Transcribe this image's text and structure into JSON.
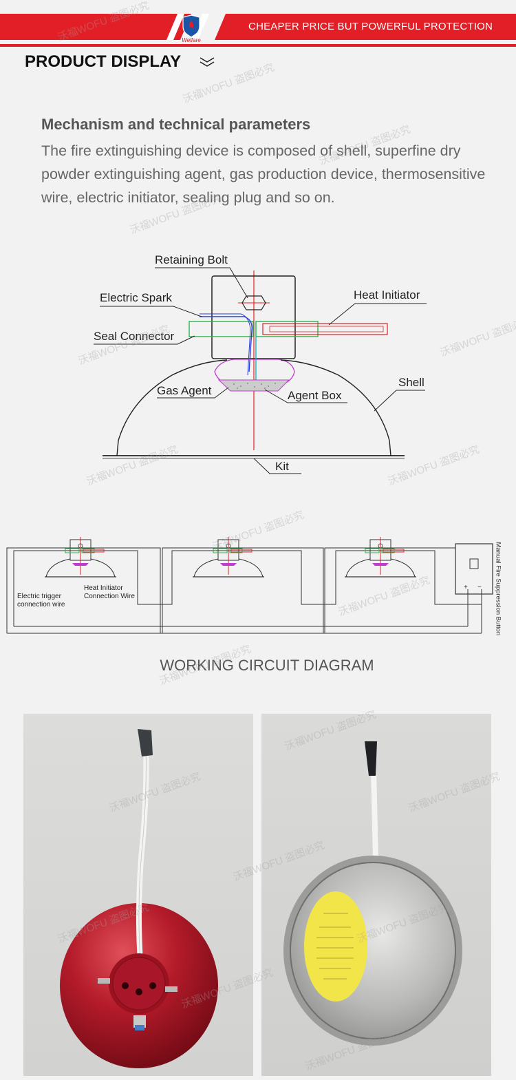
{
  "header": {
    "tagline": "CHEAPER PRICE BUT POWERFUL PROTECTION",
    "logo_text": "Welfare",
    "brand_color": "#e21f26"
  },
  "section": {
    "title": "PRODUCT DISPLAY"
  },
  "mechanism": {
    "title": "Mechanism and technical parameters",
    "body": "The fire extinguishing device is composed of shell, superfine dry powder extinguishing agent, gas production device, thermosensitive wire, electric initiator, sealing plug and so on."
  },
  "structure_diagram": {
    "labels": {
      "retaining_bolt": "Retaining Bolt",
      "electric_spark": "Electric Spark",
      "heat_initiator": "Heat Initiator",
      "seal_connector": "Seal Connector",
      "shell": "Shell",
      "gas_agent": "Gas Agent",
      "agent_box": "Agent Box",
      "kit": "Kit"
    }
  },
  "circuit_diagram": {
    "title": "WORKING CIRCUIT DIAGRAM",
    "labels": {
      "electric_trigger_1": "Electric trigger",
      "electric_trigger_2": "connection wire",
      "heat_initiator_1": "Heat Initiator",
      "heat_initiator_2": "Connection Wire",
      "manual_button": "Manual Fire Suppression Button",
      "plus": "+",
      "minus": "−"
    }
  },
  "watermark": "沃福WOFU 盗图必究"
}
